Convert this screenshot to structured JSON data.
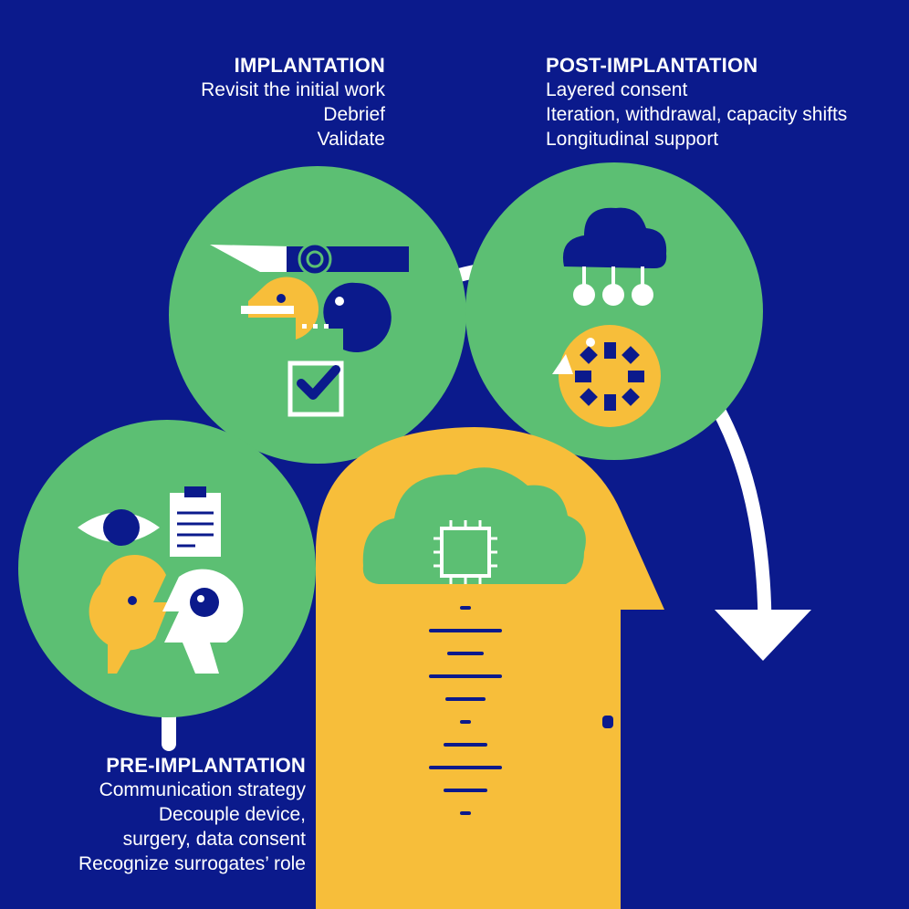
{
  "colors": {
    "background": "#0b1a8c",
    "green": "#5cbf73",
    "yellow": "#f7be3a",
    "navy": "#0b1a8c",
    "white": "#ffffff"
  },
  "stages": {
    "implantation": {
      "heading": "IMPLANTATION",
      "lines": [
        "Revisit the initial work",
        "Debrief",
        "Validate"
      ],
      "icons": [
        "scalpel-icon",
        "conversation-faces-icon",
        "checkbox-icon"
      ]
    },
    "post_implantation": {
      "heading": "POST-IMPLANTATION",
      "lines": [
        "Layered consent",
        "Iteration, withdrawal, capacity shifts",
        "Longitudinal support"
      ],
      "icons": [
        "cloud-data-icon",
        "gear-cycle-icon"
      ]
    },
    "pre_implantation": {
      "heading": "PRE-IMPLANTATION",
      "lines": [
        "Communication strategy",
        "Decouple device,",
        "surgery, data consent",
        "Recognize surrogates’ role"
      ],
      "icons": [
        "eye-icon",
        "clipboard-icon",
        "speech-faces-icon"
      ]
    },
    "patient": {
      "icons": [
        "head-silhouette-icon",
        "brain-icon",
        "chip-icon",
        "neural-signal-icon"
      ]
    }
  }
}
